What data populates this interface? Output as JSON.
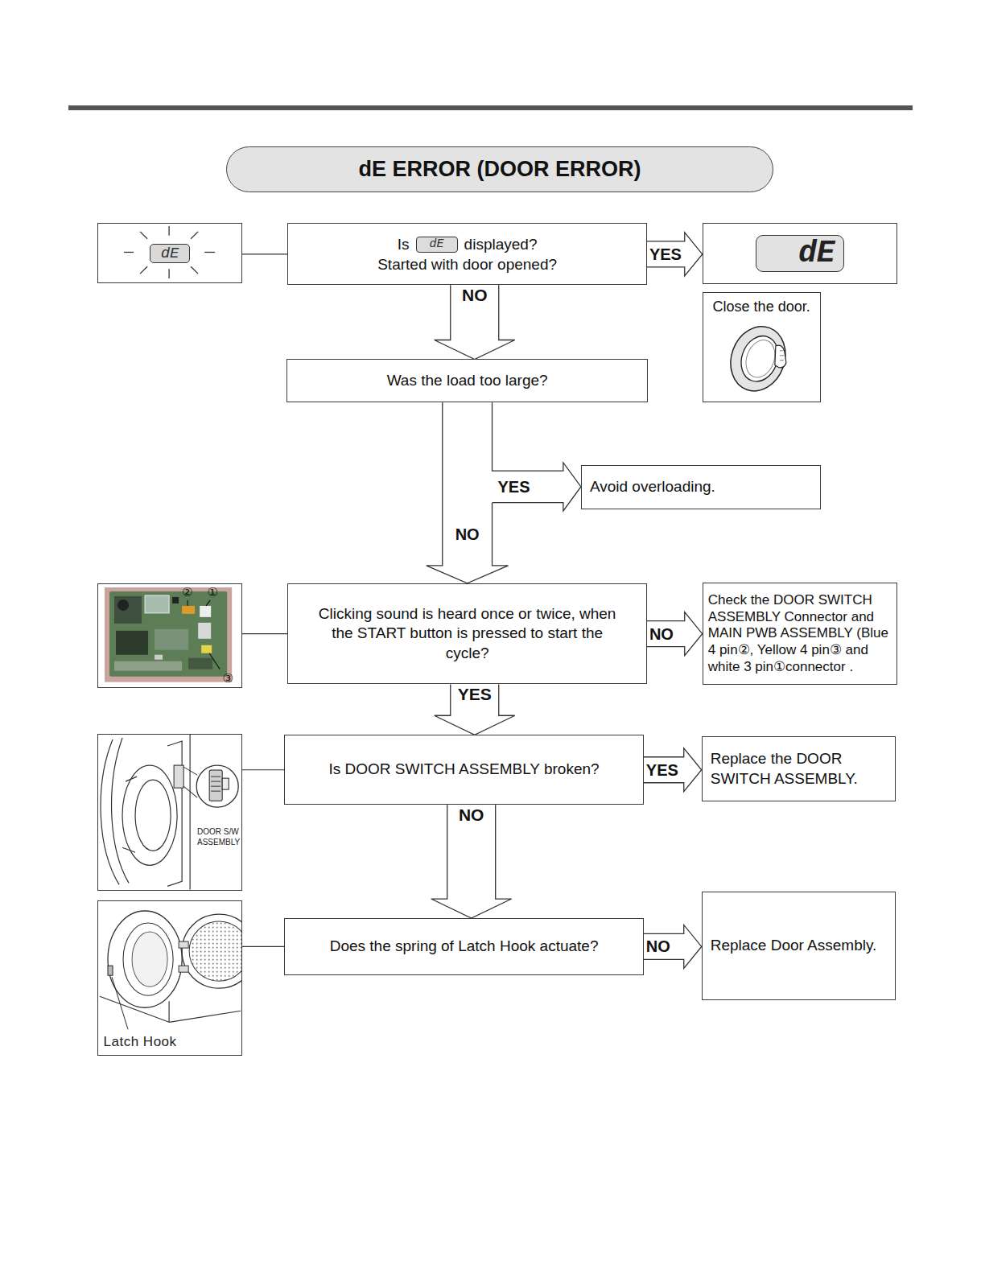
{
  "diagram": {
    "title": "dE ERROR (DOOR ERROR)",
    "nodes": [
      {
        "text": [
          "dE"
        ]
      },
      {
        "text": [
          "Is",
          "dE",
          "displayed?",
          "Started with door opened?"
        ]
      },
      {
        "text": [
          "dE"
        ]
      },
      {
        "text": [
          "Close the door."
        ]
      },
      {
        "text": [
          "Was the load too large?"
        ]
      },
      {
        "text": [
          "Avoid overloading."
        ]
      },
      {
        "text": [
          "②",
          "①",
          "③"
        ]
      },
      {
        "text": [
          "Clicking sound is heard once or twice, when the START button is pressed to start the cycle?"
        ]
      },
      {
        "text": [
          "Check the DOOR SWITCH ASSEMBLY Connector and MAIN PWB ASSEMBLY (Blue 4 pin②, Yellow 4 pin③ and white 3 pin①connector ."
        ]
      },
      {
        "text": [
          "DOOR S/W ASSEMBLY"
        ]
      },
      {
        "text": [
          "Is DOOR SWITCH ASSEMBLY broken?"
        ]
      },
      {
        "text": [
          "Replace the DOOR SWITCH ASSEMBLY."
        ]
      },
      {
        "text": [
          "Latch Hook"
        ]
      },
      {
        "text": [
          "Does the spring of Latch Hook actuate?"
        ]
      },
      {
        "text": [
          "Replace Door Assembly."
        ]
      }
    ],
    "edges": [
      {
        "from": 0,
        "to": 1,
        "arrow": "none"
      },
      {
        "from": 1,
        "to": 2,
        "label": "YES",
        "arrow": "to"
      },
      {
        "from": 1,
        "to": 4,
        "label": "NO",
        "arrow": "to"
      },
      {
        "from": 4,
        "to": 5,
        "label": "YES",
        "arrow": "to"
      },
      {
        "from": 4,
        "to": 7,
        "label": "NO",
        "arrow": "to"
      },
      {
        "from": 6,
        "to": 7,
        "arrow": "none"
      },
      {
        "from": 7,
        "to": 8,
        "label": "NO",
        "arrow": "to"
      },
      {
        "from": 7,
        "to": 10,
        "label": "YES",
        "arrow": "to"
      },
      {
        "from": 9,
        "to": 10,
        "arrow": "none"
      },
      {
        "from": 10,
        "to": 11,
        "label": "YES",
        "arrow": "to"
      },
      {
        "from": 10,
        "to": 13,
        "label": "NO",
        "arrow": "to"
      },
      {
        "from": 12,
        "to": 13,
        "arrow": "none"
      },
      {
        "from": 13,
        "to": 14,
        "label": "NO",
        "arrow": "to"
      }
    ]
  }
}
